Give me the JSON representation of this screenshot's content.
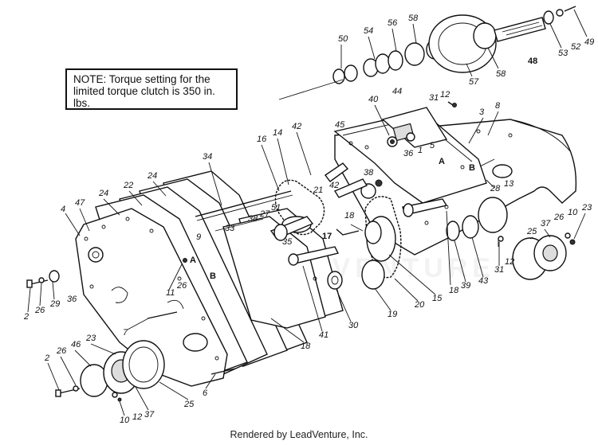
{
  "note": {
    "text": "NOTE: Torque setting for the limited torque clutch is 350 in. lbs."
  },
  "credit": "Rendered by LeadVenture, Inc.",
  "watermark": "LEADVENTURE",
  "colors": {
    "ink": "#111111",
    "background": "#ffffff"
  },
  "part_labels": [
    {
      "id": "p4",
      "text": "4"
    },
    {
      "id": "p47",
      "text": "47"
    },
    {
      "id": "p24a",
      "text": "24"
    },
    {
      "id": "p22",
      "text": "22"
    },
    {
      "id": "p24b",
      "text": "24"
    },
    {
      "id": "p34",
      "text": "34"
    },
    {
      "id": "p16",
      "text": "16"
    },
    {
      "id": "p14",
      "text": "14"
    },
    {
      "id": "p42a",
      "text": "42"
    },
    {
      "id": "p45",
      "text": "45"
    },
    {
      "id": "p40",
      "text": "40"
    },
    {
      "id": "p44",
      "text": "44"
    },
    {
      "id": "p31a",
      "text": "31"
    },
    {
      "id": "p12a",
      "text": "12"
    },
    {
      "id": "p3",
      "text": "3"
    },
    {
      "id": "p8",
      "text": "8"
    },
    {
      "id": "p36a",
      "text": "36"
    },
    {
      "id": "p1",
      "text": "1"
    },
    {
      "id": "p5",
      "text": "5"
    },
    {
      "id": "p50",
      "text": "50"
    },
    {
      "id": "p54",
      "text": "54"
    },
    {
      "id": "p56",
      "text": "56"
    },
    {
      "id": "p58a",
      "text": "58"
    },
    {
      "id": "p57",
      "text": "57"
    },
    {
      "id": "p58b",
      "text": "58"
    },
    {
      "id": "p48",
      "text": "48"
    },
    {
      "id": "p53",
      "text": "53"
    },
    {
      "id": "p52",
      "text": "52"
    },
    {
      "id": "p49",
      "text": "49"
    },
    {
      "id": "p38a",
      "text": "38"
    },
    {
      "id": "p42b",
      "text": "42"
    },
    {
      "id": "p21",
      "text": "21"
    },
    {
      "id": "p51",
      "text": "51"
    },
    {
      "id": "p38b",
      "text": "38"
    },
    {
      "id": "p27",
      "text": "27"
    },
    {
      "id": "p18a",
      "text": "18"
    },
    {
      "id": "p17",
      "text": "17"
    },
    {
      "id": "p35",
      "text": "35"
    },
    {
      "id": "p9",
      "text": "9"
    },
    {
      "id": "p33",
      "text": "33"
    },
    {
      "id": "p28",
      "text": "28"
    },
    {
      "id": "p13",
      "text": "13"
    },
    {
      "id": "p23a",
      "text": "23"
    },
    {
      "id": "p37a",
      "text": "37"
    },
    {
      "id": "p26a",
      "text": "26"
    },
    {
      "id": "p10a",
      "text": "10"
    },
    {
      "id": "p25a",
      "text": "25"
    },
    {
      "id": "p31b",
      "text": "31"
    },
    {
      "id": "p12b",
      "text": "12"
    },
    {
      "id": "p43",
      "text": "43"
    },
    {
      "id": "p39",
      "text": "39"
    },
    {
      "id": "p18b",
      "text": "18"
    },
    {
      "id": "p15",
      "text": "15"
    },
    {
      "id": "p20",
      "text": "20"
    },
    {
      "id": "p19",
      "text": "19"
    },
    {
      "id": "p30",
      "text": "30"
    },
    {
      "id": "p41",
      "text": "41"
    },
    {
      "id": "p18c",
      "text": "18"
    },
    {
      "id": "p26b",
      "text": "26"
    },
    {
      "id": "p11",
      "text": "11"
    },
    {
      "id": "p7",
      "text": "7"
    },
    {
      "id": "p2a",
      "text": "2"
    },
    {
      "id": "p26c",
      "text": "26"
    },
    {
      "id": "p29",
      "text": "29"
    },
    {
      "id": "p36b",
      "text": "36"
    },
    {
      "id": "p2b",
      "text": "2"
    },
    {
      "id": "p26d",
      "text": "26"
    },
    {
      "id": "p46",
      "text": "46"
    },
    {
      "id": "p23b",
      "text": "23"
    },
    {
      "id": "p6",
      "text": "6"
    },
    {
      "id": "p25b",
      "text": "25"
    },
    {
      "id": "p10b",
      "text": "10"
    },
    {
      "id": "p37b",
      "text": "37"
    },
    {
      "id": "p12c",
      "text": "12"
    }
  ],
  "reference_marks": [
    {
      "id": "refA1",
      "text": "A"
    },
    {
      "id": "refB1",
      "text": "B"
    },
    {
      "id": "refA2",
      "text": "A"
    },
    {
      "id": "refB2",
      "text": "B"
    }
  ]
}
